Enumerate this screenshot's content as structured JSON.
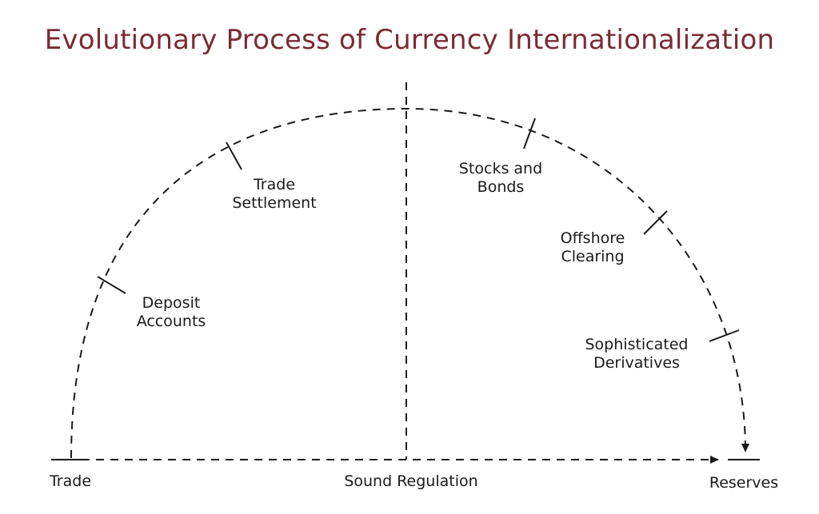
{
  "title": "Evolutionary Process of Currency Internationalization",
  "colors": {
    "title": "#7b2b33",
    "line": "#1a1a1a",
    "text": "#1a1a1a"
  },
  "axis": {
    "start_label": "Trade",
    "middle_label": "Sound Regulation",
    "end_label": "Reserves"
  },
  "stages": [
    {
      "line1": "Deposit",
      "line2": "Accounts"
    },
    {
      "line1": "Trade",
      "line2": "Settlement"
    },
    {
      "line1": "Stocks and",
      "line2": "Bonds"
    },
    {
      "line1": "Offshore",
      "line2": "Clearing"
    },
    {
      "line1": "Sophisticated",
      "line2": "Derivatives"
    }
  ]
}
